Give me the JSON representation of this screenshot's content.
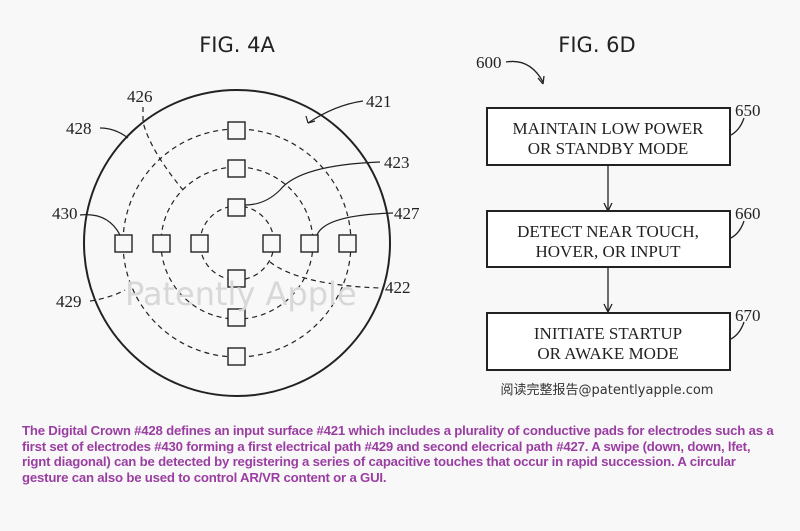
{
  "fig4a": {
    "title": "FIG. 4A",
    "labels": {
      "l421": "421",
      "l426": "426",
      "l428": "428",
      "l423": "423",
      "l430": "430",
      "l427": "427",
      "l429": "429",
      "l422": "422"
    },
    "watermark": "Patently Apple"
  },
  "fig6d": {
    "title": "FIG. 6D",
    "ref": "600",
    "steps": [
      {
        "ref": "650",
        "line1": "MAINTAIN LOW POWER",
        "line2": "OR STANDBY MODE"
      },
      {
        "ref": "660",
        "line1": "DETECT NEAR TOUCH,",
        "line2": "HOVER, OR INPUT"
      },
      {
        "ref": "670",
        "line1": "INITIATE STARTUP",
        "line2": "OR AWAKE MODE"
      }
    ],
    "credit": "阅读完整报告@patentlyapple.com"
  },
  "caption": "The Digital Crown #428 defines an input surface #421 which includes a plurality of conductive pads for electrodes such as a first set of electrodes #430 forming a first electrical path #429 and second elecrical path #427. A swipe (down, down, lfet, rignt diagonal) can be detected by registering a series of capacitive touches that occur in rapid succession. A circular gesture can also be used to control AR/VR content or a GUI.",
  "colors": {
    "caption": "#9a3ea2",
    "line": "#222222"
  }
}
